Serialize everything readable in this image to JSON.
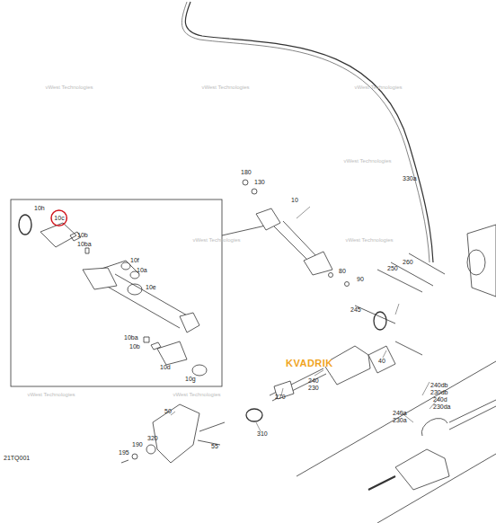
{
  "diagram": {
    "nodes": [
      {
        "text": [
          "10c"
        ]
      }
    ],
    "labels": [
      "vWest Technologies",
      "vWest Technologies",
      "vWest Technologies",
      "vWest Technologies",
      "vWest Technologies",
      "vWest Technologies",
      "vWest Technologies",
      "vWest Technologies",
      "10h",
      "10b",
      "10ba",
      "10f",
      "10a",
      "10e",
      "10ba",
      "10b",
      "10d",
      "10g",
      "180",
      "130",
      "10",
      "330a",
      "250",
      "260",
      "80",
      "90",
      "245",
      "40",
      "240",
      "230",
      "240db",
      "230db",
      "240d",
      "230da",
      "240a",
      "230a",
      "270",
      "310",
      "50",
      "320",
      "190",
      "195",
      "55",
      "KVADRIK",
      "21TQ001"
    ]
  }
}
